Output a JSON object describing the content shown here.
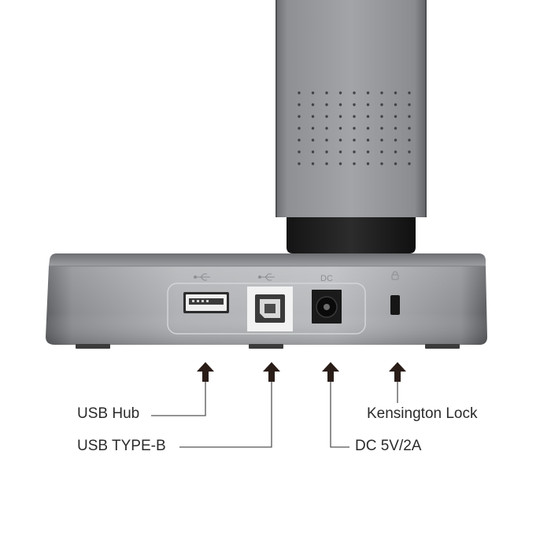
{
  "device": {
    "description_icons": {
      "usb_hub_port_icon": "usb-trident-icon",
      "usb_b_port_icon": "usb-trident-icon",
      "dc_port_icon": "dc-icon",
      "lock_slot_icon": "lock-icon"
    },
    "panel_markings": {
      "dc_text": "DC"
    }
  },
  "callouts": {
    "usb_hub": "USB Hub",
    "usb_type_b": "USB TYPE-B",
    "dc_power": "DC 5V/2A",
    "kensington_lock": "Kensington Lock"
  },
  "colors": {
    "body_dark": "#6d6f72",
    "body_light": "#b9bbbe",
    "arrow": "#2a1d18",
    "leader_line": "#555555"
  }
}
